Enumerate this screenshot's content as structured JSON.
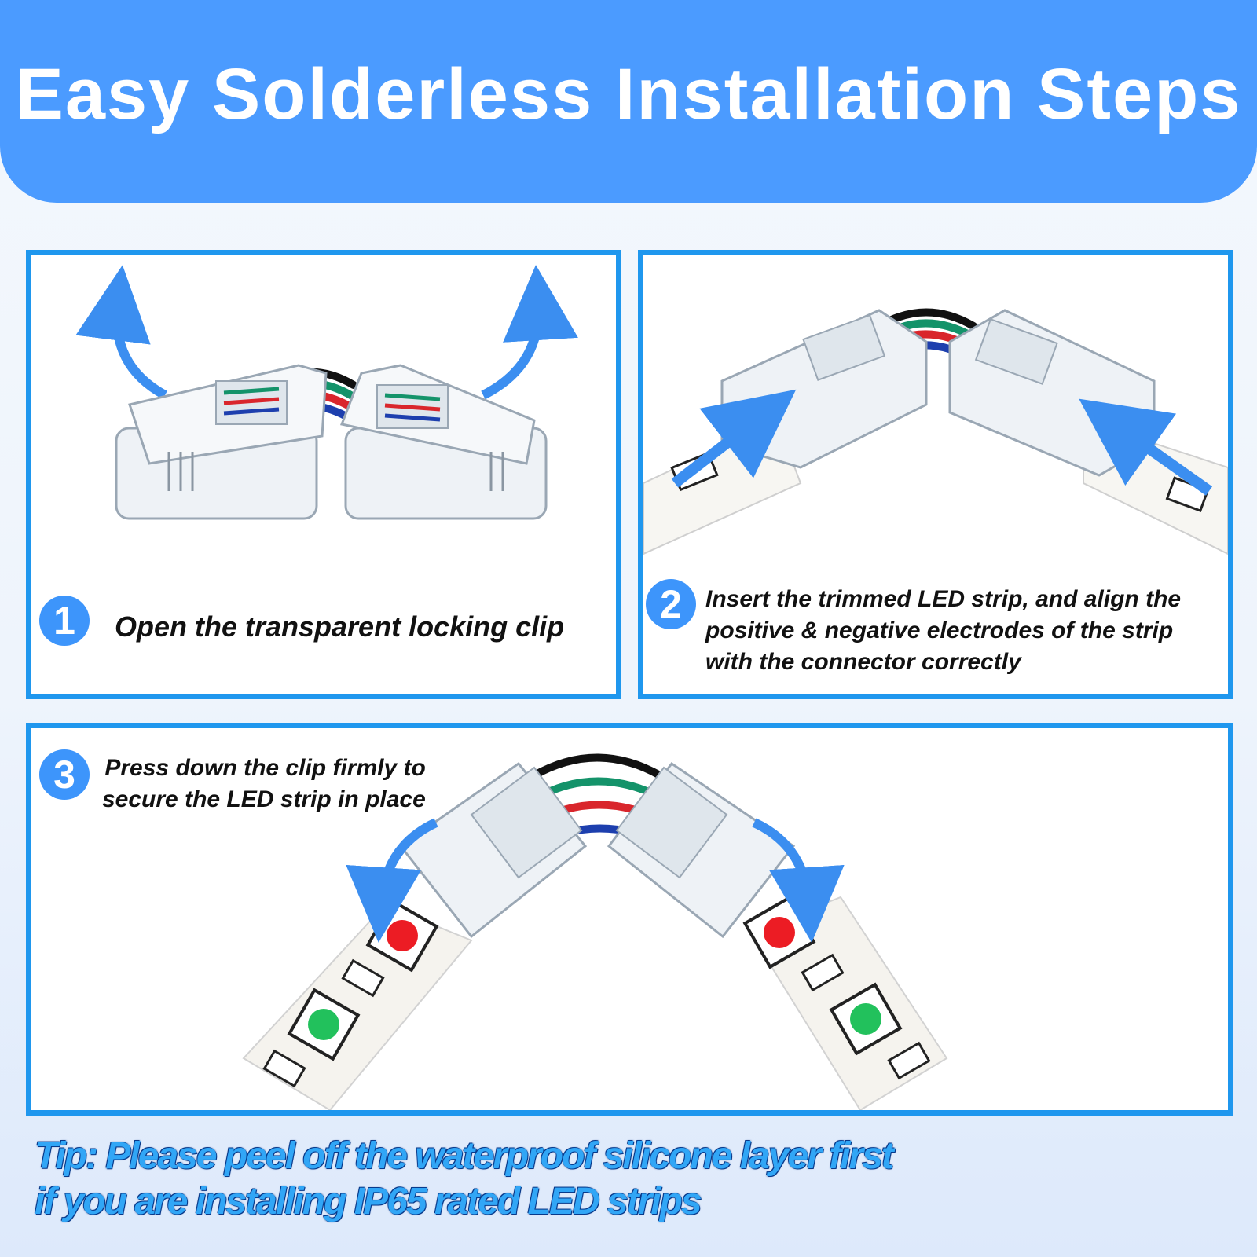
{
  "header": {
    "title": "Easy Solderless Installation Steps"
  },
  "steps": [
    {
      "number": "1",
      "text": "Open the transparent locking clip"
    },
    {
      "number": "2",
      "lines": [
        "Insert the trimmed LED strip, and align the",
        "positive & negative electrodes of the strip",
        "with the connector correctly"
      ]
    },
    {
      "number": "3",
      "lines": [
        "Press down the clip firmly to",
        "secure the LED strip in place"
      ]
    }
  ],
  "tip": {
    "lines": [
      "Tip: Please peel off the waterproof silicone layer first",
      "if you are installing IP65 rated LED strips"
    ]
  },
  "colors": {
    "header_blue": "#4b9bff",
    "panel_border": "#1f97ee",
    "badge_blue": "#3d95fb",
    "arrow_blue": "#3b8ef0",
    "tip_blue": "#31a6f6"
  },
  "wire_colors": [
    "#111111",
    "#14936a",
    "#d9262c",
    "#1d3fae"
  ]
}
